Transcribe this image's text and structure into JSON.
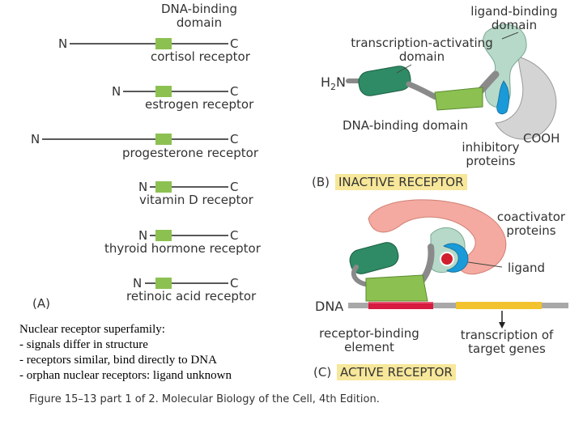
{
  "panel_a": {
    "header_line1": "DNA-binding",
    "header_line2": "domain",
    "n_label": "N",
    "c_label": "C",
    "receptors": [
      "cortisol receptor",
      "estrogen receptor",
      "progesterone receptor",
      "vitamin D receptor",
      "thyroid hormone receptor",
      "retinoic acid receptor"
    ],
    "panel_label": "(A)"
  },
  "panel_b": {
    "ligand_binding_line1": "ligand-binding",
    "ligand_binding_line2": "domain",
    "transcription_line1": "transcription-activating",
    "transcription_line2": "domain",
    "h2n_h": "H",
    "h2n_sub": "2",
    "h2n_n": "N",
    "dna_binding": "DNA-binding domain",
    "cooh": "COOH",
    "inhibitory_line1": "inhibitory",
    "inhibitory_line2": "proteins",
    "panel_label": "(B)",
    "title": "INACTIVE RECEPTOR"
  },
  "panel_c": {
    "coactivator_line1": "coactivator",
    "coactivator_line2": "proteins",
    "ligand": "ligand",
    "dna": "DNA",
    "receptor_binding_line1": "receptor-binding",
    "receptor_binding_line2": "element",
    "transcription_line1": "transcription of",
    "transcription_line2": "target genes",
    "panel_label": "(C)",
    "title": "ACTIVE RECEPTOR"
  },
  "notes": [
    "Nuclear receptor superfamily:",
    "- signals differ in structure",
    "- receptors similar, bind directly to DNA",
    "- orphan nuclear receptors: ligand unknown"
  ],
  "figure_caption": "Figure 15–13 part 1 of 2. Molecular Biology of the Cell, 4th Edition.",
  "colors": {
    "dna_binding_green": "#8cc152",
    "activating_domain_teal": "#2e8b65",
    "ligand_domain_mint": "#b7d9c9",
    "inhibitory_grey": "#d4d4d4",
    "coactivator_pink": "#f4aaa0",
    "ligand_red": "#d11f2f",
    "dna_blue": "#1a9ad8",
    "title_highlight": "#f7e79a",
    "response_element_red": "#d61a40",
    "gene_yellow": "#f2c32e"
  }
}
